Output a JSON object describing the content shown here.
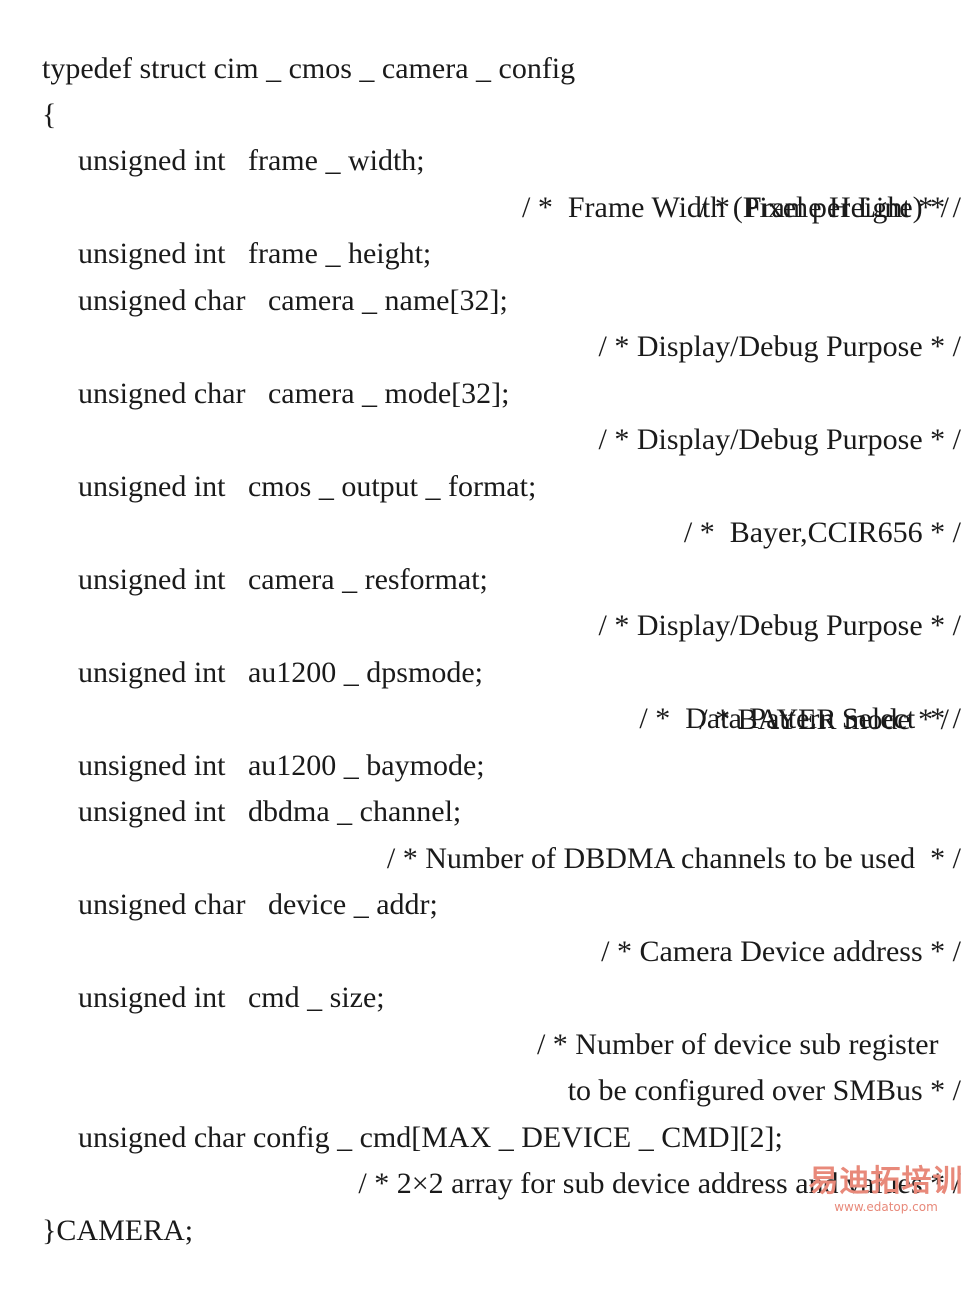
{
  "lines": [
    {
      "code": "typedef struct cim _ cmos _ camera _ config",
      "comment": ""
    },
    {
      "code": "{",
      "comment": ""
    },
    {
      "code": "unsigned int   frame _ width;",
      "comment": ""
    },
    {
      "code": "",
      "comment": "/ *  Frame Width (Pixel per Line) * /"
    },
    {
      "code": "unsigned int   frame _ height;",
      "comment": "/ *  Frame Height * /"
    },
    {
      "code": "unsigned char   camera _ name[32];",
      "comment": ""
    },
    {
      "code": "",
      "comment": "/ * Display/Debug Purpose * /"
    },
    {
      "code": "unsigned char   camera _ mode[32];",
      "comment": ""
    },
    {
      "code": "",
      "comment": "/ * Display/Debug Purpose * /"
    },
    {
      "code": "unsigned int   cmos _ output _ format;",
      "comment": ""
    },
    {
      "code": "",
      "comment": "/ *  Bayer,CCIR656 * /"
    },
    {
      "code": "unsigned int   camera _ resformat;",
      "comment": ""
    },
    {
      "code": "",
      "comment": "/ * Display/Debug Purpose * /"
    },
    {
      "code": "unsigned int   au1200 _ dpsmode;",
      "comment": ""
    },
    {
      "code": "",
      "comment": "/ *  Data Pattern Select  * /"
    },
    {
      "code": "unsigned int   au1200 _ baymode;",
      "comment": "/ * BAYER mode * /"
    },
    {
      "code": "unsigned int   dbdma _ channel;",
      "comment": ""
    },
    {
      "code": "",
      "comment": "/ * Number of DBDMA channels to be used  * /"
    },
    {
      "code": "unsigned char   device _ addr;",
      "comment": ""
    },
    {
      "code": "",
      "comment": "/ * Camera Device address * /"
    },
    {
      "code": "unsigned int   cmd _ size;",
      "comment": ""
    },
    {
      "code": "",
      "comment": "/ * Number of device sub register   "
    },
    {
      "code": "",
      "comment": "to be configured over SMBus * /"
    },
    {
      "code": "unsigned char config _ cmd[MAX _ DEVICE _ CMD][2];",
      "comment": ""
    },
    {
      "code": "",
      "comment": "/ * 2×2 array for sub device address and values * /"
    },
    {
      "code": "}CAMERA;",
      "comment": ""
    }
  ],
  "watermark": {
    "logo_text": "易迪拓培训",
    "url": "www.edatop.com"
  }
}
